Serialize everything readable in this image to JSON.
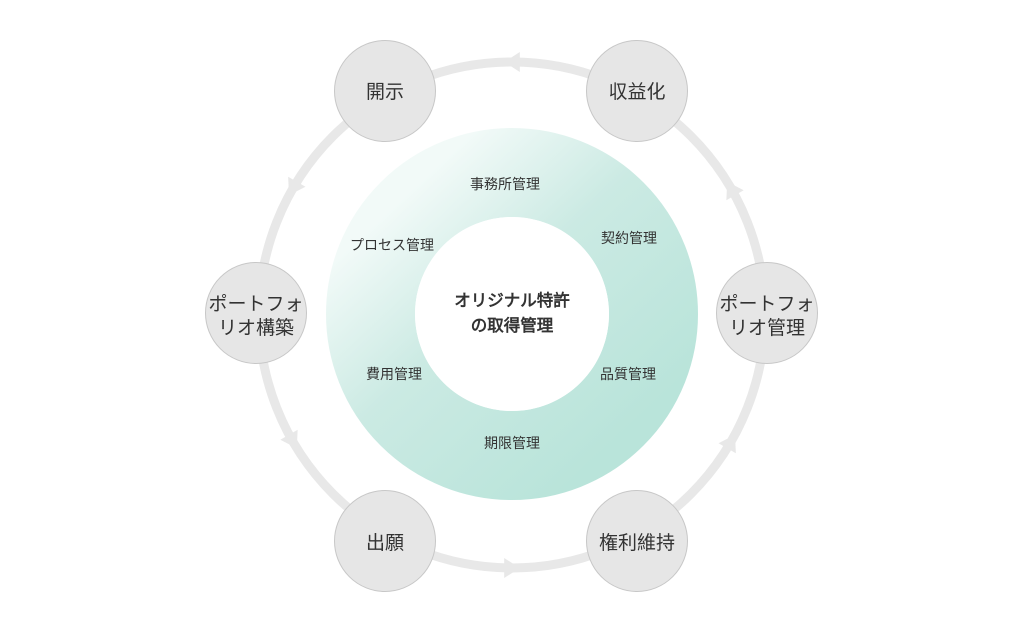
{
  "diagram": {
    "center": {
      "lines": [
        "オリジナル特許",
        "の取得管理"
      ]
    },
    "inner_items": [
      {
        "label": "事務所管理"
      },
      {
        "label": "契約管理"
      },
      {
        "label": "品質管理"
      },
      {
        "label": "期限管理"
      },
      {
        "label": "費用管理"
      },
      {
        "label": "プロセス管理"
      }
    ],
    "outer_nodes": [
      {
        "lines": [
          "開示"
        ]
      },
      {
        "lines": [
          "収益化"
        ]
      },
      {
        "lines": [
          "ポートフォ",
          "リオ管理"
        ]
      },
      {
        "lines": [
          "権利維持"
        ]
      },
      {
        "lines": [
          "出願"
        ]
      },
      {
        "lines": [
          "ポートフォ",
          "リオ構築"
        ]
      }
    ],
    "colors": {
      "ring_gradient_light": "#f2faf8",
      "ring_gradient_mid": "#cbeae3",
      "ring_gradient_dark": "#b9e4da",
      "node_fill": "#e6e6e6",
      "node_stroke": "#c7c7c7",
      "cycle_track": "#e8e8e8",
      "text": "#333333"
    }
  }
}
